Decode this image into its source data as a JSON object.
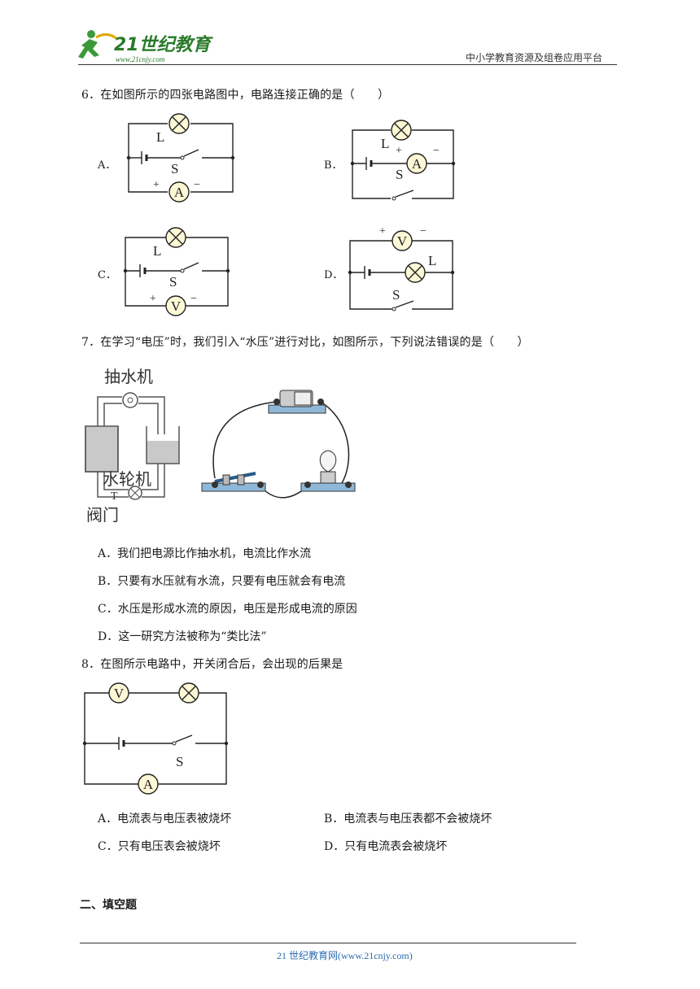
{
  "header": {
    "logo_main": "21世纪教育",
    "logo_url": "www.21cnjy.com",
    "right_text": "中小学教育资源及组卷应用平台"
  },
  "q6": {
    "stem": "6．在如图所示的四张电路图中，电路连接正确的是（　　）",
    "labels": [
      "A．",
      "B．",
      "C．",
      "D．"
    ],
    "circuit_labels": {
      "lamp": "L",
      "switch": "S",
      "ammeter": "A",
      "voltmeter": "V",
      "plus": "+",
      "minus": "−"
    }
  },
  "q7": {
    "stem": "7．在学习“电压”时，我们引入“水压”进行对比，如图所示，下列说法错误的是（　　）",
    "figure_labels": {
      "pump": "抽水机",
      "turbine": "水轮机",
      "valve": "阀门"
    },
    "options": [
      "A．我们把电源比作抽水机，电流比作水流",
      "B．只要有水压就有水流，只要有电压就会有电流",
      "C．水压是形成水流的原因，电压是形成电流的原因",
      "D．这一研究方法被称为“类比法”"
    ]
  },
  "q8": {
    "stem": "8．在图所示电路中，开关闭合后，会出现的后果是",
    "options": [
      "A．电流表与电压表被烧坏",
      "B．电流表与电压表都不会被烧坏",
      "C．只有电压表会被烧坏",
      "D．只有电流表会被烧坏"
    ]
  },
  "section": {
    "title": "二、填空题"
  },
  "footer": {
    "text": "21 世纪教育网(www.21cnjy.com)"
  },
  "colors": {
    "meter_fill": "#fff8d6",
    "logo_green": "#3a9a3a",
    "footer_blue": "#2b6cb0"
  }
}
